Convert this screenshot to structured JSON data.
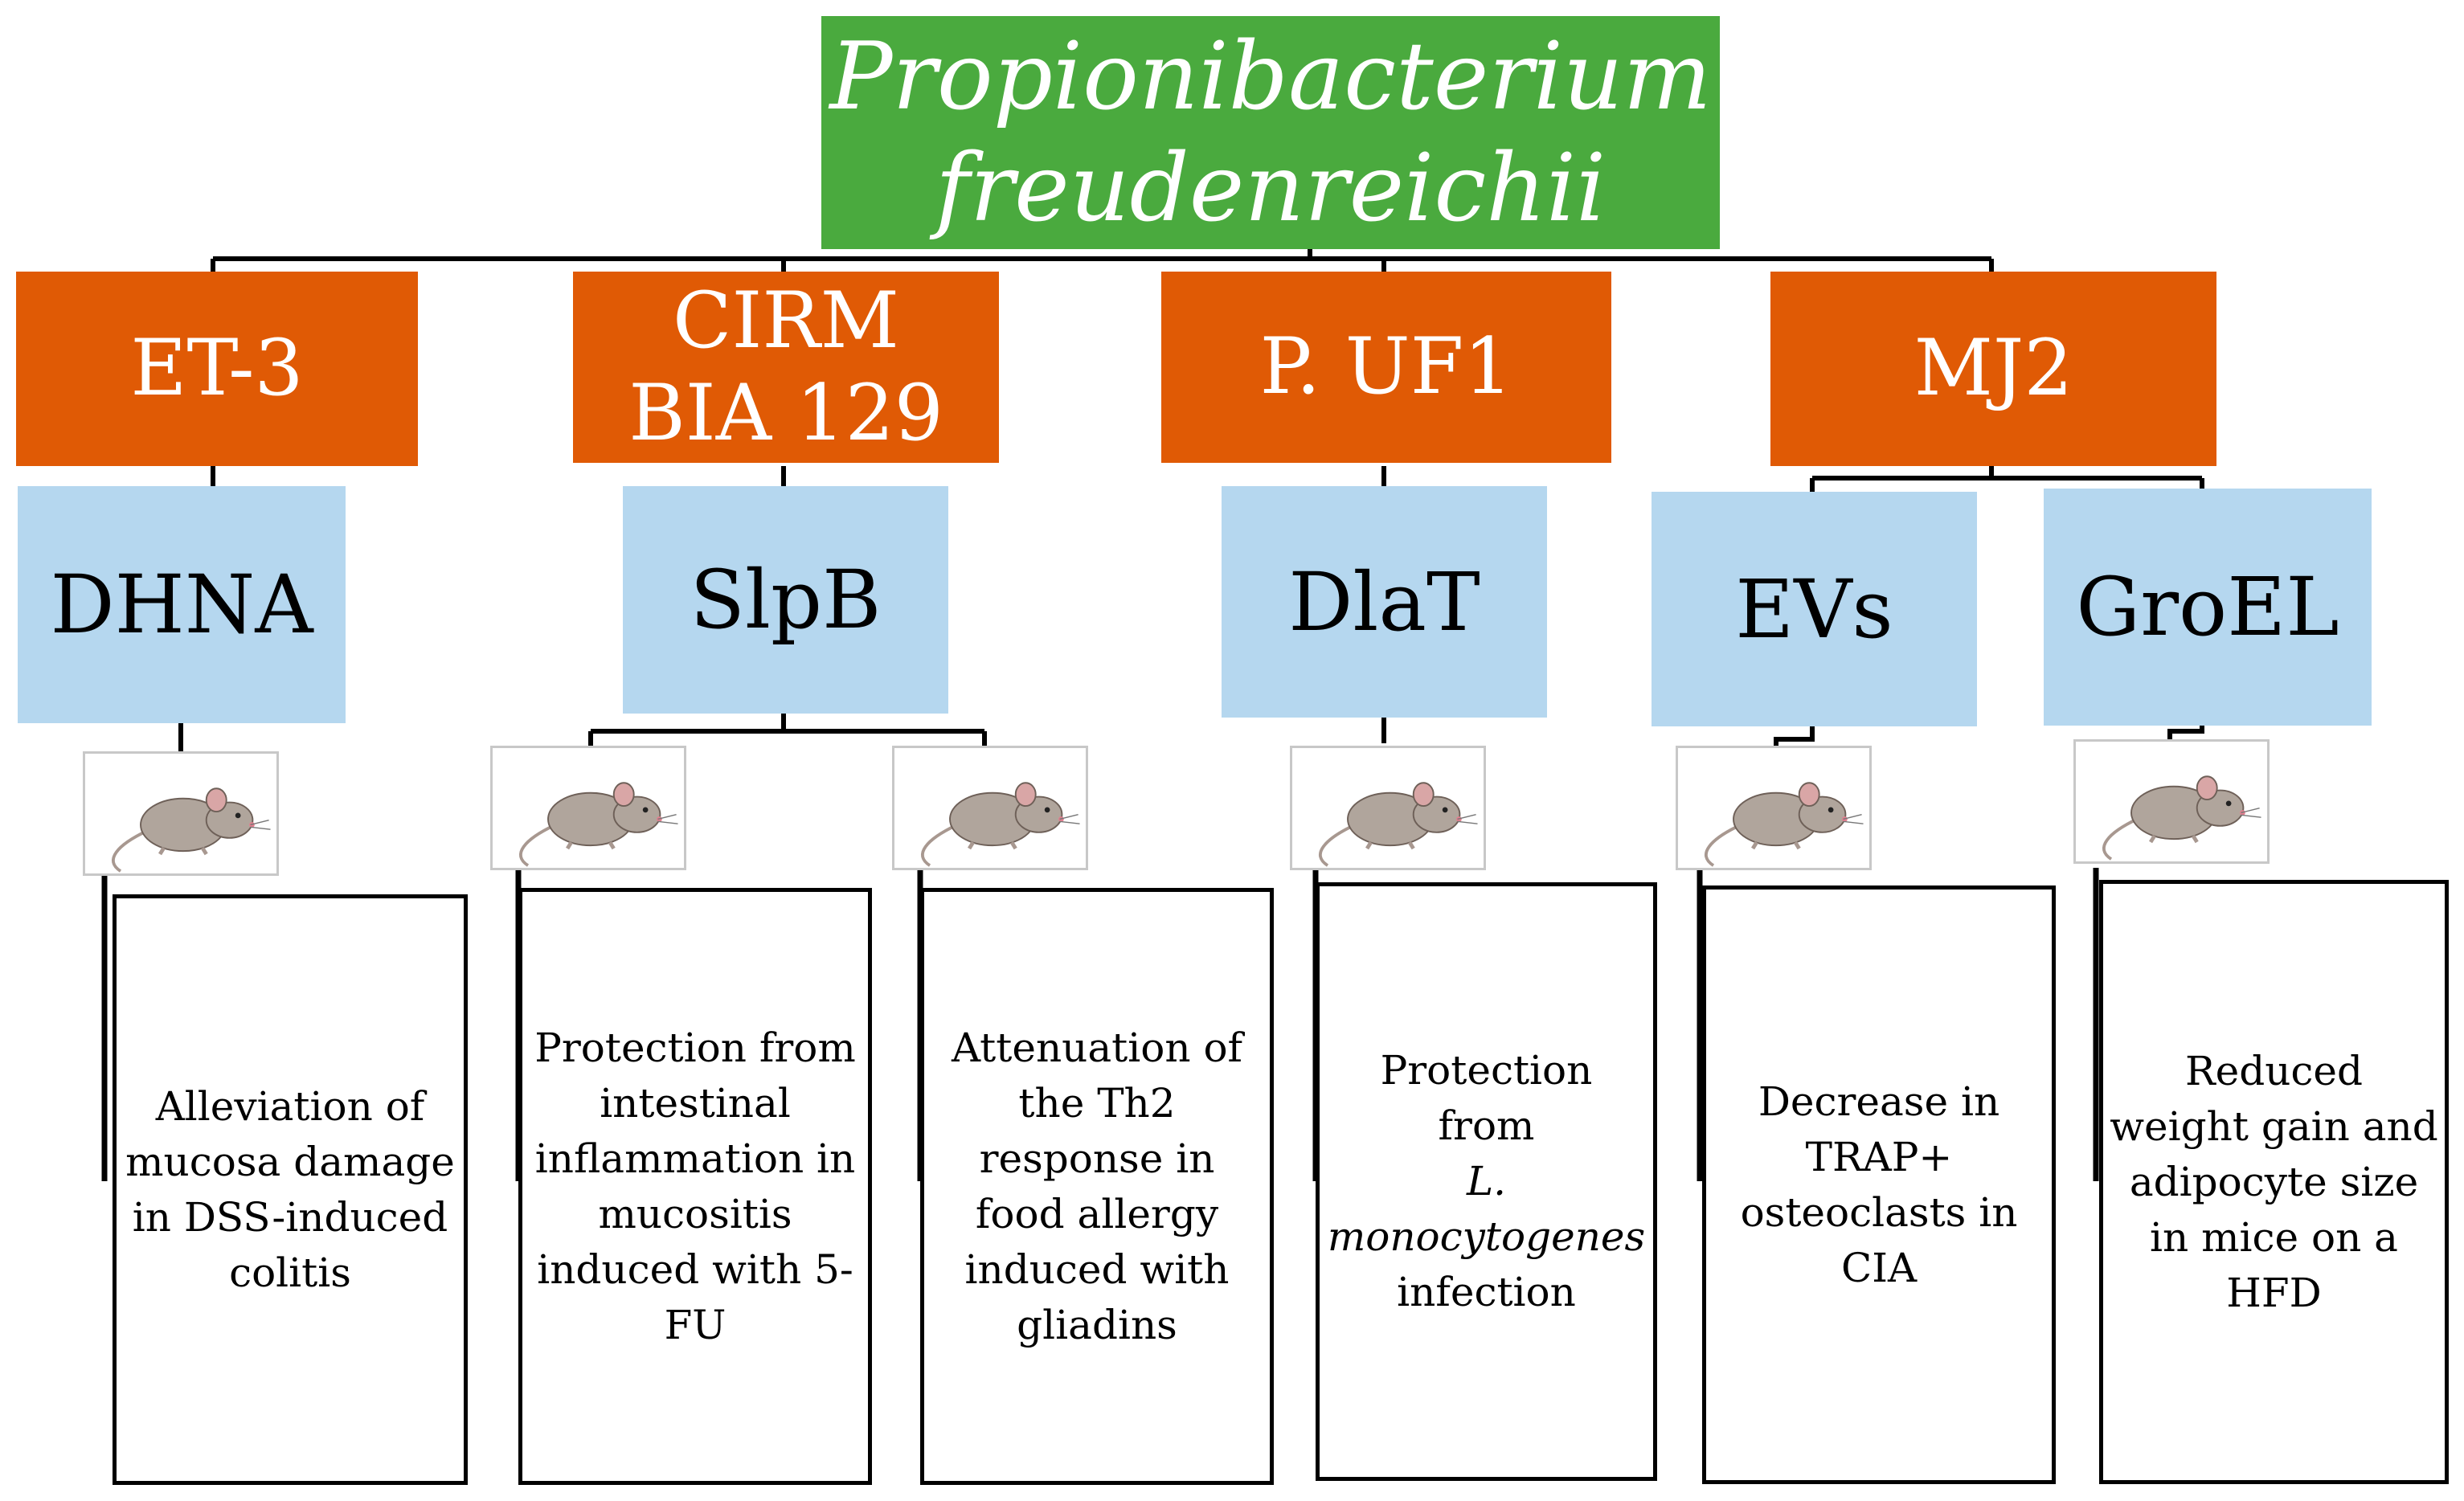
{
  "root": {
    "line1": "Propionibacterium",
    "line2": "freudenreichii"
  },
  "strains": [
    {
      "label": "ET-3"
    },
    {
      "label": "CIRM BIA 129"
    },
    {
      "label": "P. UF1"
    },
    {
      "label": "MJ2"
    }
  ],
  "molecules": [
    {
      "label": "DHNA"
    },
    {
      "label": "SlpB"
    },
    {
      "label": "DlaT"
    },
    {
      "label": "EVs"
    },
    {
      "label": "GroEL"
    }
  ],
  "effects": [
    {
      "text": "Alleviation of mucosa damage in DSS-induced colitis"
    },
    {
      "text": "Protection from intestinal inflammation in mucositis induced with 5-FU"
    },
    {
      "text": "Attenuation of the Th2 response in food allergy induced with gliadins"
    },
    {
      "pre": "Protection from",
      "italic": "L. monocytogenes",
      "post": "infection"
    },
    {
      "text": "Decrease in TRAP+ osteoclasts in CIA"
    },
    {
      "text": "Reduced weight gain and adipocyte size in mice on a HFD"
    }
  ],
  "colors": {
    "root": "#4aaa3e",
    "strain": "#e05a05",
    "molecule": "#b5d7ef",
    "mouse_body": "#b0a59c"
  },
  "icons": [
    "mouse-icon"
  ]
}
